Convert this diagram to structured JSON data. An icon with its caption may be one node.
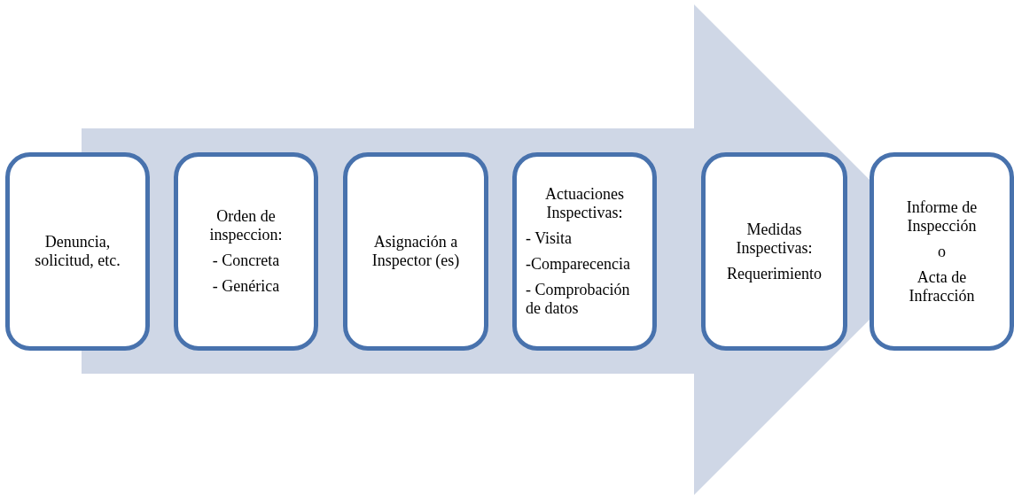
{
  "diagram": {
    "nodes": [
      {
        "text": [
          "Denuncia, solicitud, etc."
        ]
      },
      {
        "text": [
          "Orden de inspeccion:",
          "- Concreta",
          "- Genérica"
        ]
      },
      {
        "text": [
          "Asignación a Inspector (es)"
        ]
      },
      {
        "text": [
          "Actuaciones Inspectivas:",
          "- Visita",
          "-Comparecencia",
          "- Comprobación de datos"
        ]
      },
      {
        "text": [
          "Medidas Inspectivas:",
          "Requerimiento"
        ]
      },
      {
        "text": [
          "Informe de Inspección",
          "o",
          "Acta de Infracción"
        ]
      }
    ],
    "edges": [
      {
        "from": 0,
        "to": 5,
        "arrow": "to"
      }
    ]
  }
}
